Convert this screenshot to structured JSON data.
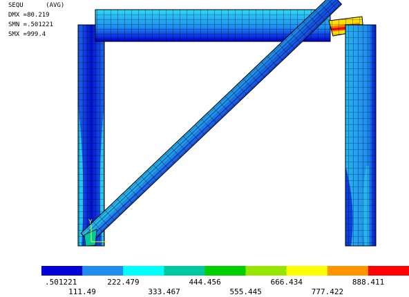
{
  "plot": {
    "result_label": "SEQU",
    "avg_label": "(AVG)",
    "dmx": "DMX =80.219",
    "smn": "SMN =.501221",
    "smx": "SMX =999.4",
    "axis_y": "Y",
    "axis_x": "X"
  },
  "legend": {
    "top_row": [
      ".501221",
      "222.479",
      "444.456",
      "666.434",
      "888.411"
    ],
    "bottom_row": [
      "111.49",
      "333.467",
      "555.445",
      "777.422"
    ],
    "colors": [
      "#0000d8",
      "#1e8cf0",
      "#00ffff",
      "#00c8a0",
      "#00d000",
      "#96e600",
      "#ffff00",
      "#ff9600",
      "#ff0000"
    ]
  }
}
